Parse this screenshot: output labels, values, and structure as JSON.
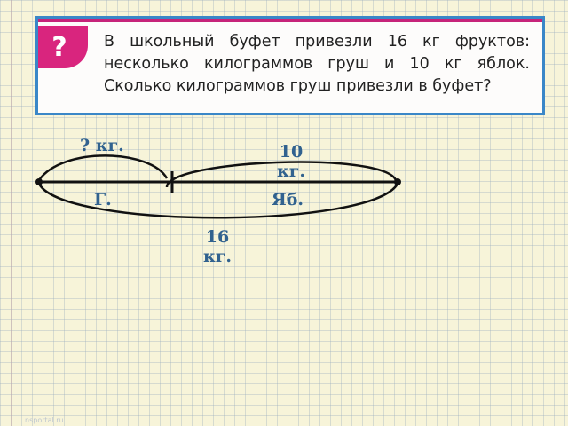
{
  "problem": {
    "badge": "?",
    "text": "В школьный буфет привезли 16 кг фруктов: несколько килограммов груш и 10 кг яблок. Сколько килограммов груш привезли в буфет?"
  },
  "diagram": {
    "unknown_label": "? кг.",
    "apples_label": "10 кг.",
    "pears_short": "Г.",
    "apples_short": "Яб.",
    "total_label": "16 кг."
  },
  "footer": {
    "watermark": "nsportal.ru"
  },
  "colors": {
    "accent_border": "#3a87c8",
    "badge": "#d9257e",
    "label_text": "#31628f"
  }
}
